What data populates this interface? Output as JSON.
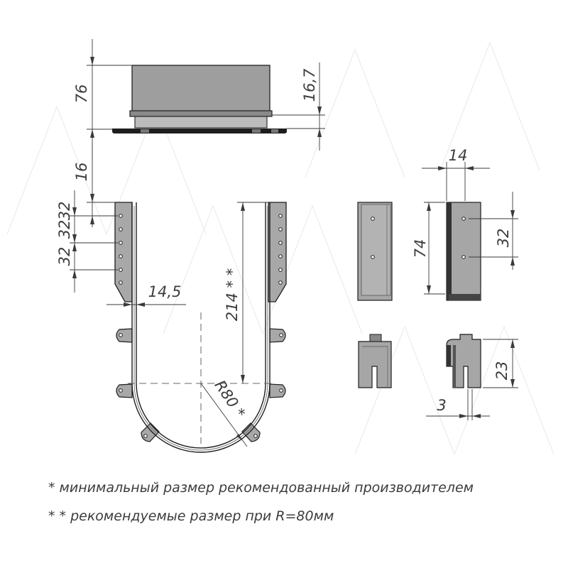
{
  "dimensions": {
    "height_total": "76",
    "flange_height": "16,7",
    "top_offset": "16",
    "hole_pitch_upper": "32",
    "hole_pitch_upper_2": "32",
    "hole_pitch_lower": "32",
    "thickness_side": "14,5",
    "straight_length": "214 * *",
    "radius": "R80 *",
    "clip_width": "14",
    "clip_height": "74",
    "clip_hole_pitch": "32",
    "clip_slot_height": "23",
    "clip_slot_width": "3"
  },
  "notes": {
    "note_1": "* минимальный размер рекомендованный производителем",
    "note_2": "* * рекомендуемые размер при R=80мм"
  },
  "colors": {
    "part_fill": "#a6a6a6",
    "part_fill_dark": "#8e8e8e",
    "line": "#3a3a3a"
  }
}
